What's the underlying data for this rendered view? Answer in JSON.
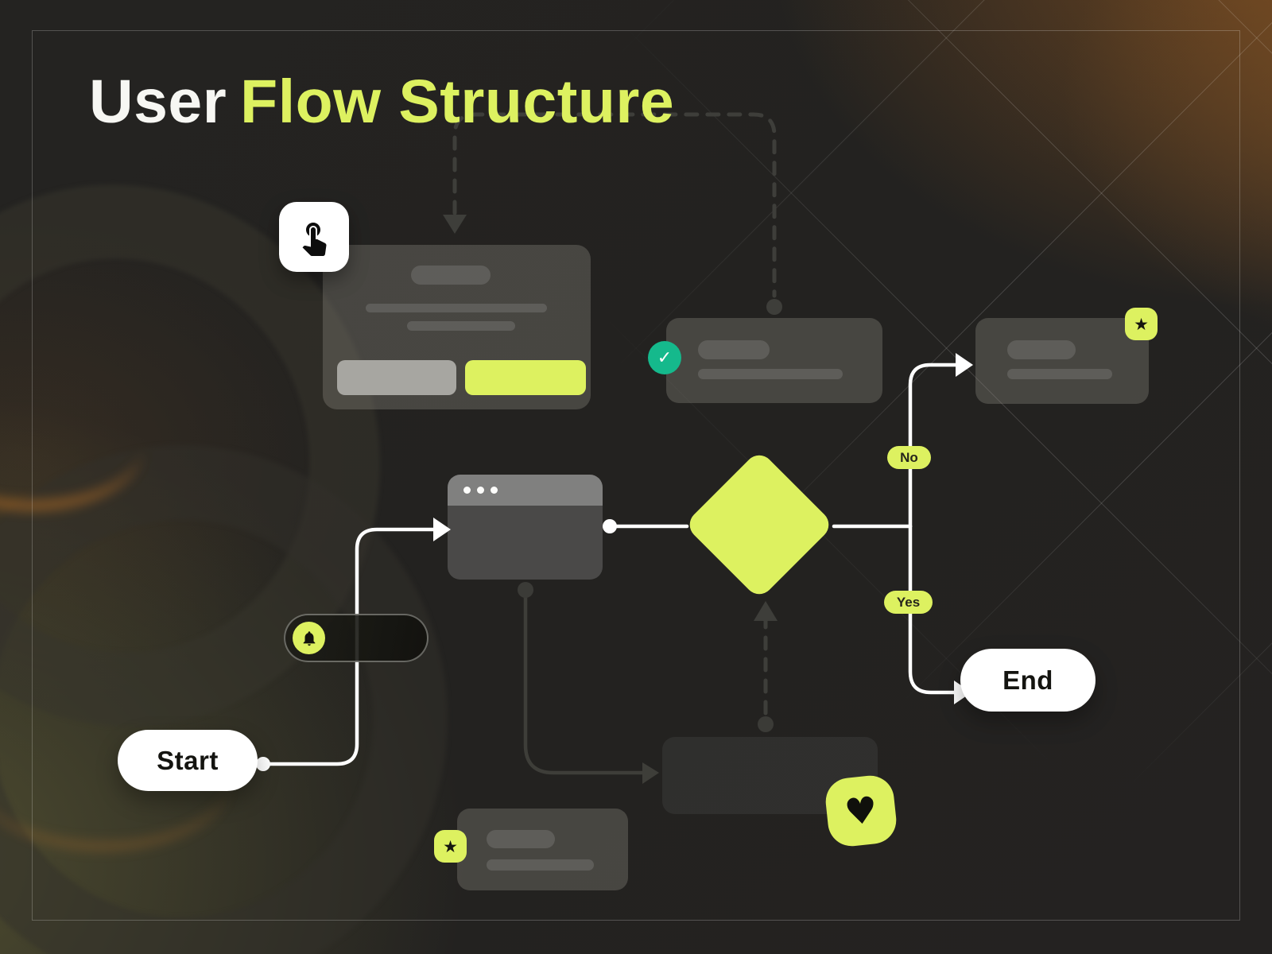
{
  "header": {
    "title_part_1": "User",
    "title_part_2": "Flow Structure"
  },
  "flow": {
    "start_label": "Start",
    "end_label": "End",
    "no_label": "No",
    "yes_label": "Yes"
  },
  "icons": {
    "tap": "tap-gesture-icon",
    "bell": "bell-icon",
    "check_glyph": "✓",
    "star_glyph": "★",
    "heart_glyph": "♥"
  },
  "colors": {
    "accent_lime": "#DDF160",
    "success_teal": "#15B98C",
    "node_white": "#FFFFFF",
    "background": "#232221",
    "connector_white": "#FFFFFF",
    "connector_muted": "#3E3E3A"
  }
}
